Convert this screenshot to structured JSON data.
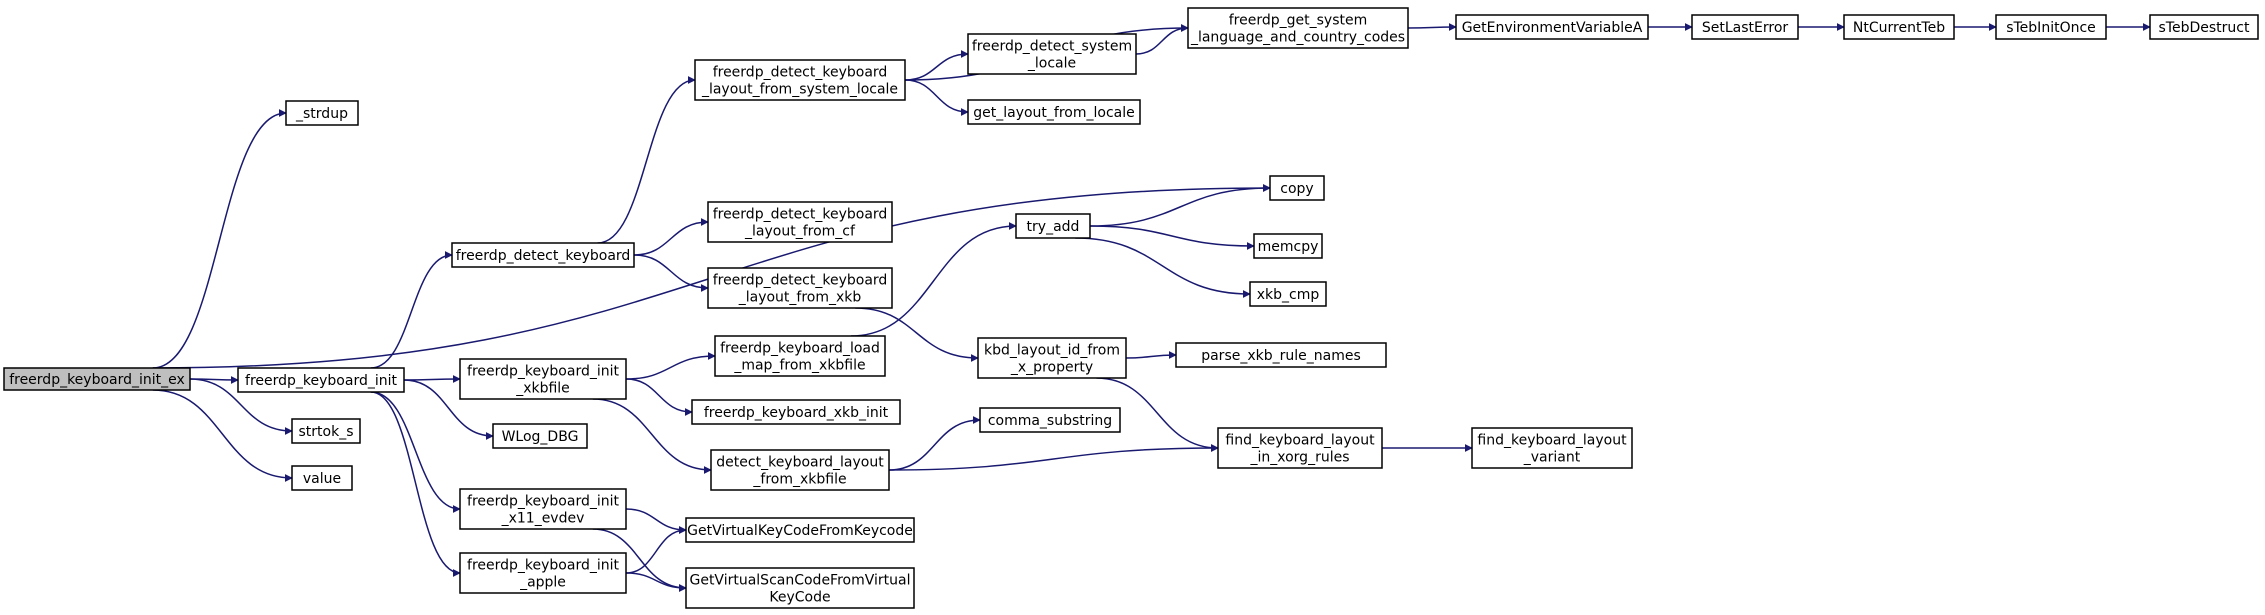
{
  "diagram": {
    "type": "call-graph",
    "colors": {
      "edge": "#191970",
      "root_fill": "#bfbfbf",
      "node_fill": "#ffffff",
      "node_border": "#000000"
    },
    "nodes": [
      {
        "id": "root",
        "lines": [
          "freerdp_keyboard_init_ex"
        ],
        "root": true
      },
      {
        "id": "strdup",
        "lines": [
          "_strdup"
        ]
      },
      {
        "id": "copy",
        "lines": [
          "copy"
        ]
      },
      {
        "id": "kbinit",
        "lines": [
          "freerdp_keyboard_init"
        ]
      },
      {
        "id": "strtok",
        "lines": [
          "strtok_s"
        ]
      },
      {
        "id": "value",
        "lines": [
          "value"
        ]
      },
      {
        "id": "detect_kb",
        "lines": [
          "freerdp_detect_keyboard"
        ]
      },
      {
        "id": "init_xkbfile",
        "lines": [
          "freerdp_keyboard_init",
          "_xkbfile"
        ]
      },
      {
        "id": "wlog",
        "lines": [
          "WLog_DBG"
        ]
      },
      {
        "id": "init_x11",
        "lines": [
          "freerdp_keyboard_init",
          "_x11_evdev"
        ]
      },
      {
        "id": "init_apple",
        "lines": [
          "freerdp_keyboard_init",
          "_apple"
        ]
      },
      {
        "id": "detect_sys_locale",
        "lines": [
          "freerdp_detect_keyboard",
          "_layout_from_system_locale"
        ]
      },
      {
        "id": "detect_cf",
        "lines": [
          "freerdp_detect_keyboard",
          "_layout_from_cf"
        ]
      },
      {
        "id": "detect_xkb",
        "lines": [
          "freerdp_detect_keyboard",
          "_layout_from_xkb"
        ]
      },
      {
        "id": "load_map",
        "lines": [
          "freerdp_keyboard_load",
          "_map_from_xkbfile"
        ]
      },
      {
        "id": "xkb_init",
        "lines": [
          "freerdp_keyboard_xkb_init"
        ]
      },
      {
        "id": "detect_layout_xkbfile",
        "lines": [
          "detect_keyboard_layout",
          "_from_xkbfile"
        ]
      },
      {
        "id": "vk_from_kc",
        "lines": [
          "GetVirtualKeyCodeFromKeycode"
        ]
      },
      {
        "id": "vsc_from_vk",
        "lines": [
          "GetVirtualScanCodeFromVirtual",
          "KeyCode"
        ]
      },
      {
        "id": "detect_system_locale",
        "lines": [
          "freerdp_detect_system",
          "_locale"
        ]
      },
      {
        "id": "get_layout_locale",
        "lines": [
          "get_layout_from_locale"
        ]
      },
      {
        "id": "try_add",
        "lines": [
          "try_add"
        ]
      },
      {
        "id": "kbd_layout_id",
        "lines": [
          "kbd_layout_id_from",
          "_x_property"
        ]
      },
      {
        "id": "comma",
        "lines": [
          "comma_substring"
        ]
      },
      {
        "id": "get_sys_lang",
        "lines": [
          "freerdp_get_system",
          "_language_and_country_codes"
        ]
      },
      {
        "id": "memcpy",
        "lines": [
          "memcpy"
        ]
      },
      {
        "id": "xkb_cmp",
        "lines": [
          "xkb_cmp"
        ]
      },
      {
        "id": "parse_xkb",
        "lines": [
          "parse_xkb_rule_names"
        ]
      },
      {
        "id": "find_layout_xorg",
        "lines": [
          "find_keyboard_layout",
          "_in_xorg_rules"
        ]
      },
      {
        "id": "get_env",
        "lines": [
          "GetEnvironmentVariableA"
        ]
      },
      {
        "id": "set_last_error",
        "lines": [
          "SetLastError"
        ]
      },
      {
        "id": "find_layout_variant",
        "lines": [
          "find_keyboard_layout",
          "_variant"
        ]
      },
      {
        "id": "nt_current_teb",
        "lines": [
          "NtCurrentTeb"
        ]
      },
      {
        "id": "steb_init",
        "lines": [
          "sTebInitOnce"
        ]
      },
      {
        "id": "steb_destruct",
        "lines": [
          "sTebDestruct"
        ]
      }
    ],
    "edges": [
      {
        "from": "root",
        "to": "strdup"
      },
      {
        "from": "root",
        "to": "copy"
      },
      {
        "from": "root",
        "to": "kbinit"
      },
      {
        "from": "root",
        "to": "strtok"
      },
      {
        "from": "root",
        "to": "value"
      },
      {
        "from": "kbinit",
        "to": "detect_kb"
      },
      {
        "from": "kbinit",
        "to": "init_xkbfile"
      },
      {
        "from": "kbinit",
        "to": "wlog"
      },
      {
        "from": "kbinit",
        "to": "init_x11"
      },
      {
        "from": "kbinit",
        "to": "init_apple"
      },
      {
        "from": "detect_kb",
        "to": "detect_sys_locale"
      },
      {
        "from": "detect_kb",
        "to": "detect_cf"
      },
      {
        "from": "detect_kb",
        "to": "detect_xkb"
      },
      {
        "from": "detect_sys_locale",
        "to": "get_sys_lang"
      },
      {
        "from": "detect_sys_locale",
        "to": "detect_system_locale"
      },
      {
        "from": "detect_sys_locale",
        "to": "get_layout_locale"
      },
      {
        "from": "detect_system_locale",
        "to": "get_sys_lang"
      },
      {
        "from": "detect_xkb",
        "to": "kbd_layout_id"
      },
      {
        "from": "init_xkbfile",
        "to": "load_map"
      },
      {
        "from": "init_xkbfile",
        "to": "xkb_init"
      },
      {
        "from": "init_xkbfile",
        "to": "detect_layout_xkbfile"
      },
      {
        "from": "load_map",
        "to": "try_add"
      },
      {
        "from": "try_add",
        "to": "copy"
      },
      {
        "from": "try_add",
        "to": "memcpy"
      },
      {
        "from": "try_add",
        "to": "xkb_cmp"
      },
      {
        "from": "kbd_layout_id",
        "to": "parse_xkb"
      },
      {
        "from": "kbd_layout_id",
        "to": "find_layout_xorg"
      },
      {
        "from": "detect_layout_xkbfile",
        "to": "comma"
      },
      {
        "from": "detect_layout_xkbfile",
        "to": "find_layout_xorg"
      },
      {
        "from": "find_layout_xorg",
        "to": "find_layout_variant"
      },
      {
        "from": "init_x11",
        "to": "vk_from_kc"
      },
      {
        "from": "init_x11",
        "to": "vsc_from_vk"
      },
      {
        "from": "init_apple",
        "to": "vk_from_kc"
      },
      {
        "from": "init_apple",
        "to": "vsc_from_vk"
      },
      {
        "from": "get_sys_lang",
        "to": "get_env"
      },
      {
        "from": "get_env",
        "to": "set_last_error"
      },
      {
        "from": "set_last_error",
        "to": "nt_current_teb"
      },
      {
        "from": "nt_current_teb",
        "to": "steb_init"
      },
      {
        "from": "steb_init",
        "to": "steb_destruct"
      }
    ]
  }
}
